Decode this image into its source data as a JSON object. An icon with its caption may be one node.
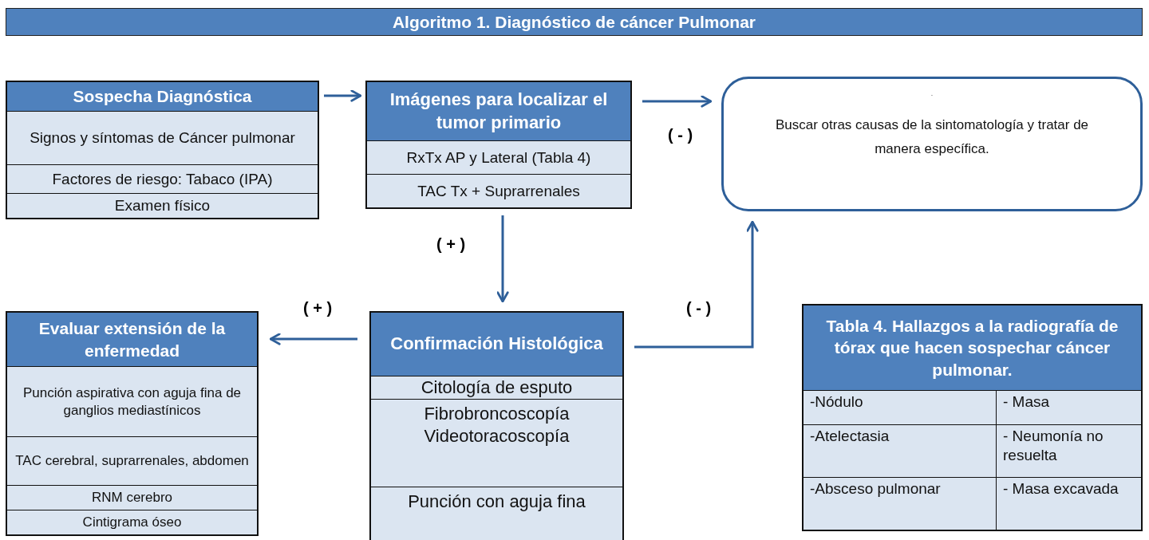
{
  "diagram": {
    "title": "Algoritmo 1. Diagnóstico de cáncer Pulmonar",
    "nodes": [
      {
        "text": [
          "Sospecha Diagnóstica",
          "Signos y síntomas de Cáncer pulmonar",
          "Factores de riesgo: Tabaco (IPA)",
          "Examen físico"
        ]
      },
      {
        "text": [
          "Imágenes para localizar el tumor primario",
          "RxTx AP y Lateral (Tabla 4)",
          "TAC Tx + Suprarrenales"
        ]
      },
      {
        "text": [
          "-",
          "Buscar otras causas de la sintomatología y tratar de manera específica."
        ]
      },
      {
        "text": [
          "Confirmación Histológica",
          "Citología de esputo",
          "Fibrobroncoscopía Videotoracoscopía",
          "Punción con aguja fina"
        ]
      },
      {
        "text": [
          "Evaluar extensión de la enfermedad",
          "Punción aspirativa  con aguja fina de ganglios mediastínicos",
          "TAC cerebral, suprarrenales, abdomen",
          "RNM cerebro",
          "Cintigrama óseo"
        ]
      },
      {
        "text": [
          "Tabla 4. Hallazgos a la radiografía de tórax que hacen sospechar cáncer pulmonar.",
          "-Nódulo",
          "- Masa",
          "-Atelectasia",
          "- Neumonía no resuelta",
          "-Absceso pulmonar",
          "- Masa excavada"
        ]
      }
    ],
    "edges": [
      {
        "from": 0,
        "to": 1,
        "arrow": "to"
      },
      {
        "from": 1,
        "to": 2,
        "arrow": "to",
        "label": "( - )"
      },
      {
        "from": 1,
        "to": 3,
        "arrow": "to",
        "label": "( + )"
      },
      {
        "from": 3,
        "to": 4,
        "arrow": "to",
        "label": "( + )"
      },
      {
        "from": 3,
        "to": 2,
        "arrow": "to",
        "label": "( - )"
      }
    ]
  }
}
